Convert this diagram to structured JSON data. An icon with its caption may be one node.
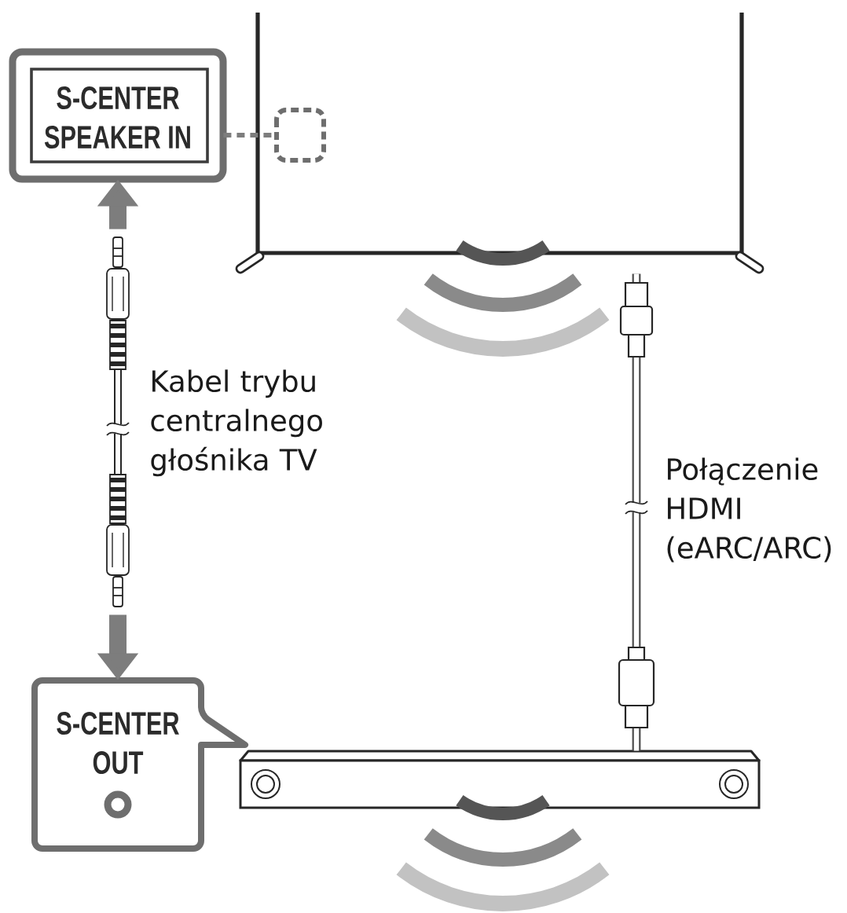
{
  "diagram": {
    "nodes": [
      {
        "text": [
          "S-CENTER SPEAKER IN"
        ]
      },
      {
        "text": [],
        "shape": "picture"
      },
      {
        "text": [],
        "shape": "box",
        "in": 1
      },
      {
        "text": [],
        "shape": "picture",
        "beside": [
          "Kabel trybu centralnego głośnika TV"
        ]
      },
      {
        "text": [
          "S-CENTER OUT"
        ]
      },
      {
        "text": [],
        "shape": "picture"
      }
    ],
    "edges": [
      {
        "from": 0,
        "to": 2,
        "arrow": "none",
        "style": "dashed"
      },
      {
        "from": 3,
        "to": 0,
        "arrow": "to",
        "style": "thick"
      },
      {
        "from": 3,
        "to": 4,
        "arrow": "to",
        "style": "thick"
      },
      {
        "from": 1,
        "to": 5,
        "arrow": "none",
        "label": "Połączenie HDMI (eARC/ARC)",
        "color": "#4d4d4d"
      }
    ]
  }
}
